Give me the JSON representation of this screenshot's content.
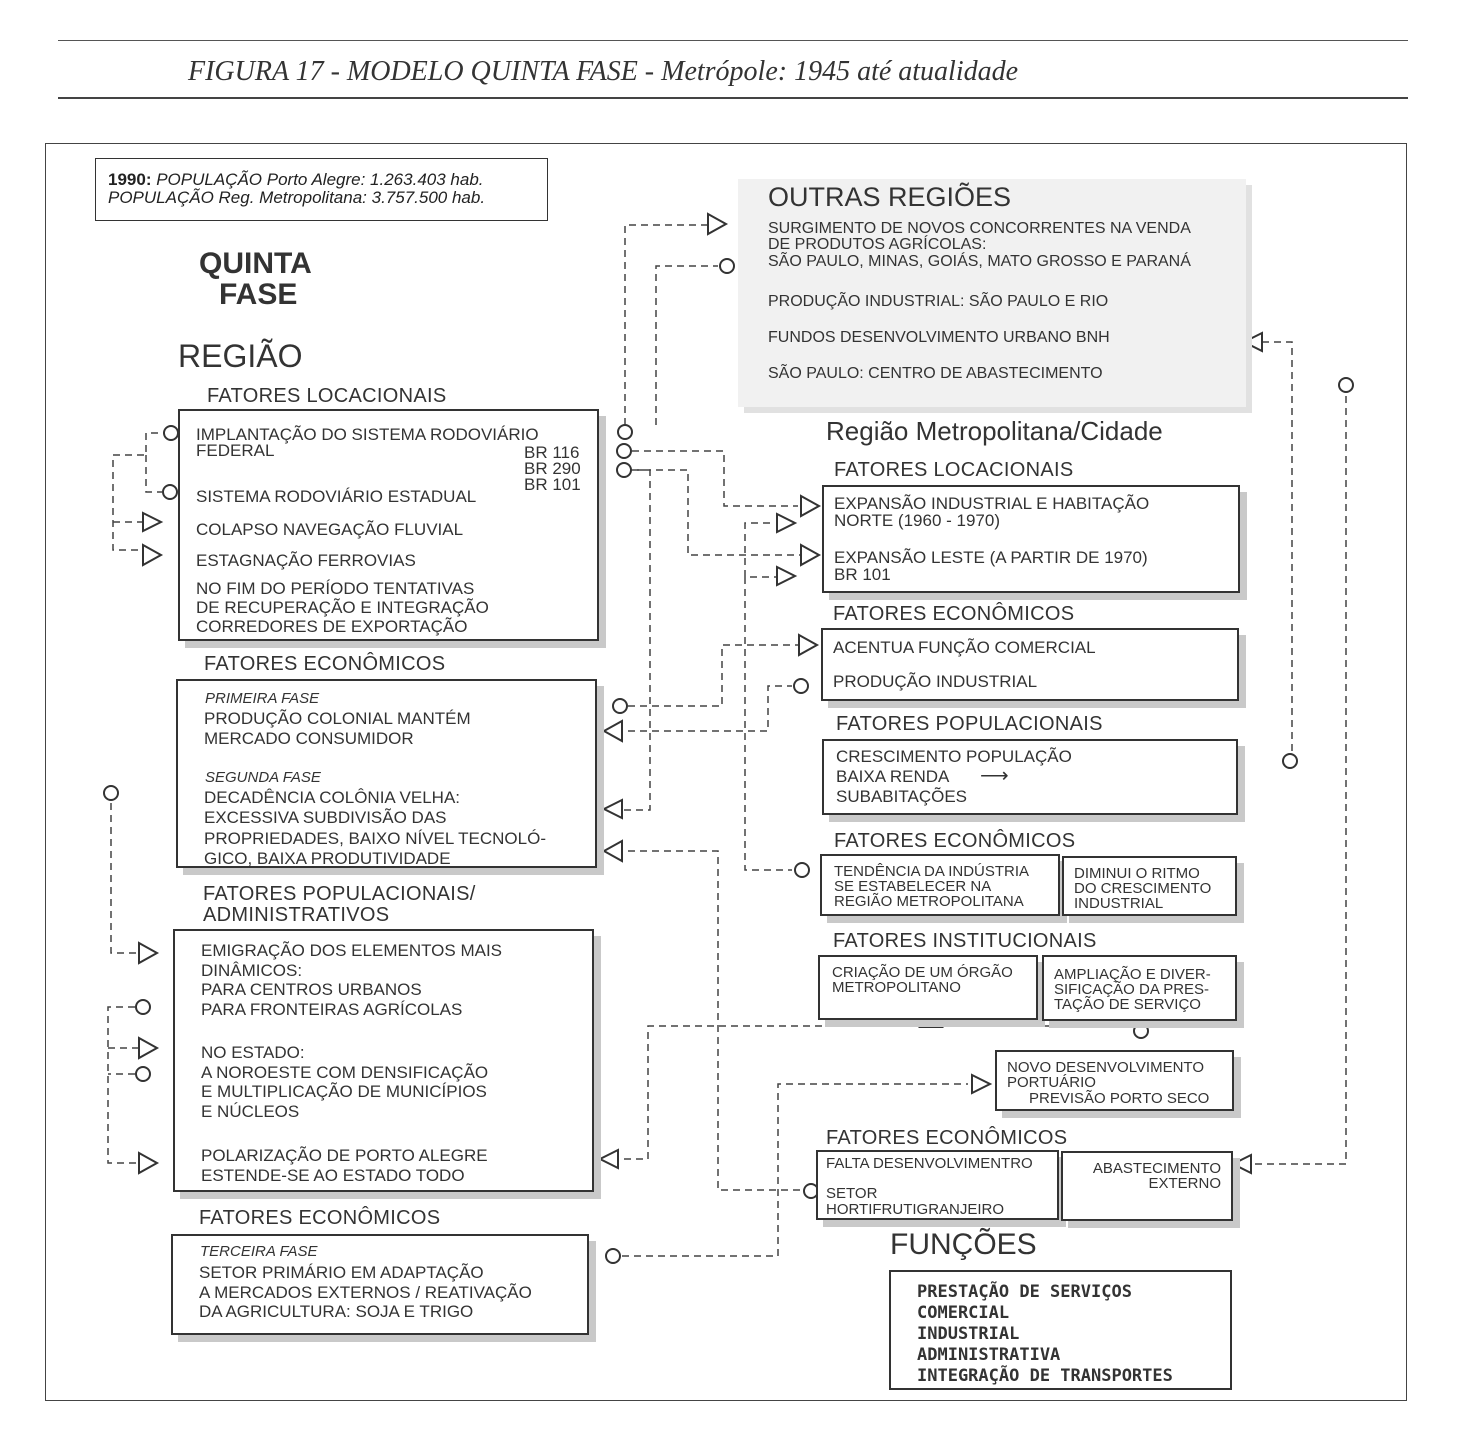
{
  "title": "FIGURA 17 - MODELO QUINTA  FASE - Metrópole: 1945 até atualidade",
  "population": {
    "year": "1990:",
    "line1_rest": " POPULAÇÃO Porto Alegre: 1.263.403 hab.",
    "line2": "POPULAÇÃO Reg. Metropolitana: 3.757.500 hab."
  },
  "phase": {
    "line1": "QUINTA",
    "line2": "FASE"
  },
  "regiao": {
    "heading": "REGIÃO",
    "locacionais": {
      "heading": "FATORES LOCACIONAIS",
      "item1_line1": "IMPLANTAÇÃO DO SISTEMA RODOVIÁRIO",
      "item1_line2": "FEDERAL",
      "br1": "BR 116",
      "br2": "BR 290",
      "br3": "BR 101",
      "item2": "SISTEMA RODOVIÁRIO ESTADUAL",
      "item3": "COLAPSO NAVEGAÇÃO FLUVIAL",
      "item4": "ESTAGNAÇÃO FERROVIAS",
      "item5": "NO FIM DO PERÍODO TENTATIVAS\nDE RECUPERAÇÃO E INTEGRAÇÃO\nCORREDORES DE EXPORTAÇÃO"
    },
    "economicos1": {
      "heading": "FATORES ECONÔMICOS",
      "fase1_label": "PRIMEIRA FASE",
      "fase1_text": "PRODUÇÃO COLONIAL MANTÉM\nMERCADO CONSUMIDOR",
      "fase2_label": "SEGUNDA FASE",
      "fase2_text": "DECADÊNCIA COLÔNIA VELHA:\nEXCESSIVA SUBDIVISÃO DAS\nPROPRIEDADES, BAIXO NÍVEL TECNOLÓ-\nGICO, BAIXA PRODUTIVIDADE"
    },
    "populacionais": {
      "heading": "FATORES POPULACIONAIS/\nADMINISTRATIVOS",
      "block1": "EMIGRAÇÃO DOS ELEMENTOS MAIS\nDINÂMICOS:\nPARA CENTROS URBANOS\nPARA FRONTEIRAS AGRÍCOLAS",
      "block2": "NO ESTADO:\nA NOROESTE COM DENSIFICAÇÃO\nE MULTIPLICAÇÃO DE MUNICÍPIOS\nE NÚCLEOS",
      "block3": "POLARIZAÇÃO DE PORTO ALEGRE\nESTENDE-SE AO ESTADO TODO"
    },
    "economicos2": {
      "heading": "FATORES ECONÔMICOS",
      "fase3_label": "TERCEIRA FASE",
      "fase3_text": "SETOR PRIMÁRIO EM ADAPTAÇÃO\nA MERCADOS EXTERNOS / REATIVAÇÃO\nDA AGRICULTURA: SOJA E TRIGO"
    }
  },
  "outras_regioes": {
    "heading": "OUTRAS REGIÕES",
    "p1": "SURGIMENTO DE NOVOS CONCORRENTES NA VENDA\nDE PRODUTOS AGRÍCOLAS:\nSÃO PAULO, MINAS, GOIÁS, MATO GROSSO E PARANÁ",
    "p2": "PRODUÇÃO INDUSTRIAL: SÃO PAULO E RIO",
    "p3": "FUNDOS DESENVOLVIMENTO URBANO BNH",
    "p4": "SÃO PAULO: CENTRO DE ABASTECIMENTO"
  },
  "metro": {
    "heading": "Região Metropolitana/Cidade",
    "locacionais": {
      "heading": "FATORES LOCACIONAIS",
      "item1": "EXPANSÃO INDUSTRIAL E HABITAÇÃO\nNORTE (1960 - 1970)",
      "item2": "EXPANSÃO LESTE (A PARTIR DE 1970)\nBR 101"
    },
    "economicos1": {
      "heading": "FATORES ECONÔMICOS",
      "item1": "ACENTUA FUNÇÃO COMERCIAL",
      "item2": "PRODUÇÃO INDUSTRIAL"
    },
    "populacionais": {
      "heading": "FATORES POPULACIONAIS",
      "line1": "CRESCIMENTO POPULAÇÃO",
      "line2": "BAIXA RENDA",
      "arrow": "⟶",
      "line3": "SUBABITAÇÕES"
    },
    "economicos2": {
      "heading": "FATORES ECONÔMICOS",
      "left": "TENDÊNCIA DA INDÚSTRIA\nSE ESTABELECER NA\nREGIÃO METROPOLITANA",
      "right": "DIMINUI O RITMO\nDO CRESCIMENTO\nINDUSTRIAL"
    },
    "institucionais": {
      "heading": "FATORES INSTITUCIONAIS",
      "left": "CRIAÇÃO DE UM ÓRGÃO\nMETROPOLITANO",
      "right": "AMPLIAÇÃO E DIVER-\nSIFICAÇÃO DA PRES-\nTAÇÃO DE SERVIÇO"
    },
    "portuario": {
      "line1": "NOVO DESENVOLVIMENTO",
      "line2": "PORTUÁRIO",
      "line3": "PREVISÃO PORTO SECO"
    },
    "economicos3": {
      "heading": "FATORES ECONÔMICOS",
      "left_line1": "FALTA DESENVOLVIMENTRO",
      "left_line2": "SETOR",
      "left_line3": "HORTIFRUTIGRANJEIRO",
      "right": "ABASTECIMENTO\nEXTERNO"
    }
  },
  "funcoes": {
    "heading": "FUNÇÕES",
    "items": [
      "PRESTAÇÃO DE SERVIÇOS",
      "COMERCIAL",
      "INDUSTRIAL",
      "ADMINISTRATIVA",
      "INTEGRAÇÃO DE TRANSPORTES"
    ]
  }
}
